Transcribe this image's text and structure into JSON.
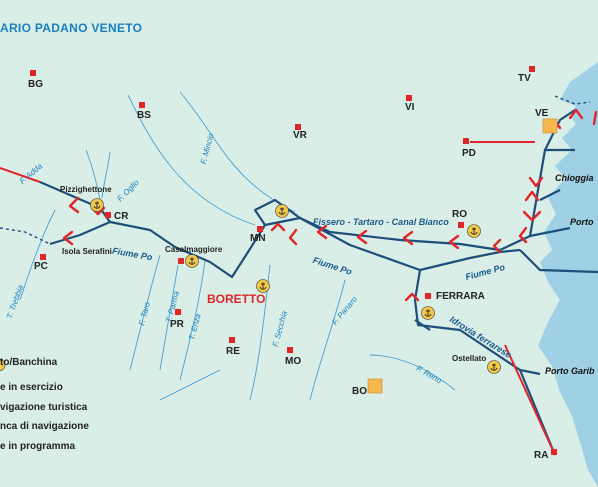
{
  "title": "ARIO PADANO VENETO",
  "cities": {
    "bg": "BG",
    "bs": "BS",
    "vr": "VR",
    "vi": "VI",
    "tv": "TV",
    "ve": "VE",
    "pd": "PD",
    "cr": "CR",
    "mn": "MN",
    "ro": "RO",
    "pc": "PC",
    "pr": "PR",
    "re": "RE",
    "mo": "MO",
    "ferrara": "FERRARA",
    "bo": "BO",
    "ra": "RA"
  },
  "highlight": "BORETTO",
  "ports": {
    "pizzighettone": "Pizzighettone",
    "isola_serafini": "Isola Serafini",
    "casalmaggiore": "Casalmaggiore",
    "ostellato": "Ostellato"
  },
  "rivers": {
    "adda": "F. Adda",
    "oglio": "F. Oglio",
    "mincio": "F. Mincio",
    "trebbia": "T. Trebbia",
    "taro": "F. Taro",
    "parma": "T. Parma",
    "enza": "T. Enza",
    "secchia": "F. Secchia",
    "panaro": "F. Panaro",
    "reno": "F. Reno"
  },
  "waterways": {
    "po_west": "Fiume Po",
    "po_mid": "Fiume Po",
    "po_east": "Fiume Po",
    "fissero": "Fissero - Tartaro - Canal Bianco",
    "idrovia": "Idrovia ferrarese"
  },
  "coast": {
    "chioggia": "Chioggia",
    "porto": "Porto",
    "porto_garibaldi": "Porto Garib"
  },
  "legend": [
    "to/Banchina",
    "e in esercizio",
    "vigazione turistica",
    "nca di navigazione",
    "e in programma"
  ],
  "colors": {
    "background": "#d9eee6",
    "sea": "#9fd0e6",
    "waterway": "#1f4e7a",
    "river": "#4aa0d0",
    "city_marker": "#e0262b",
    "direction_arrow": "#e0262b",
    "port_icon": "#f2c84b",
    "hub_marker": "#f6b84e"
  },
  "icons": {
    "port": "anchor-icon",
    "arrow": "direction-arrow-icon",
    "city": "city-square-icon"
  }
}
